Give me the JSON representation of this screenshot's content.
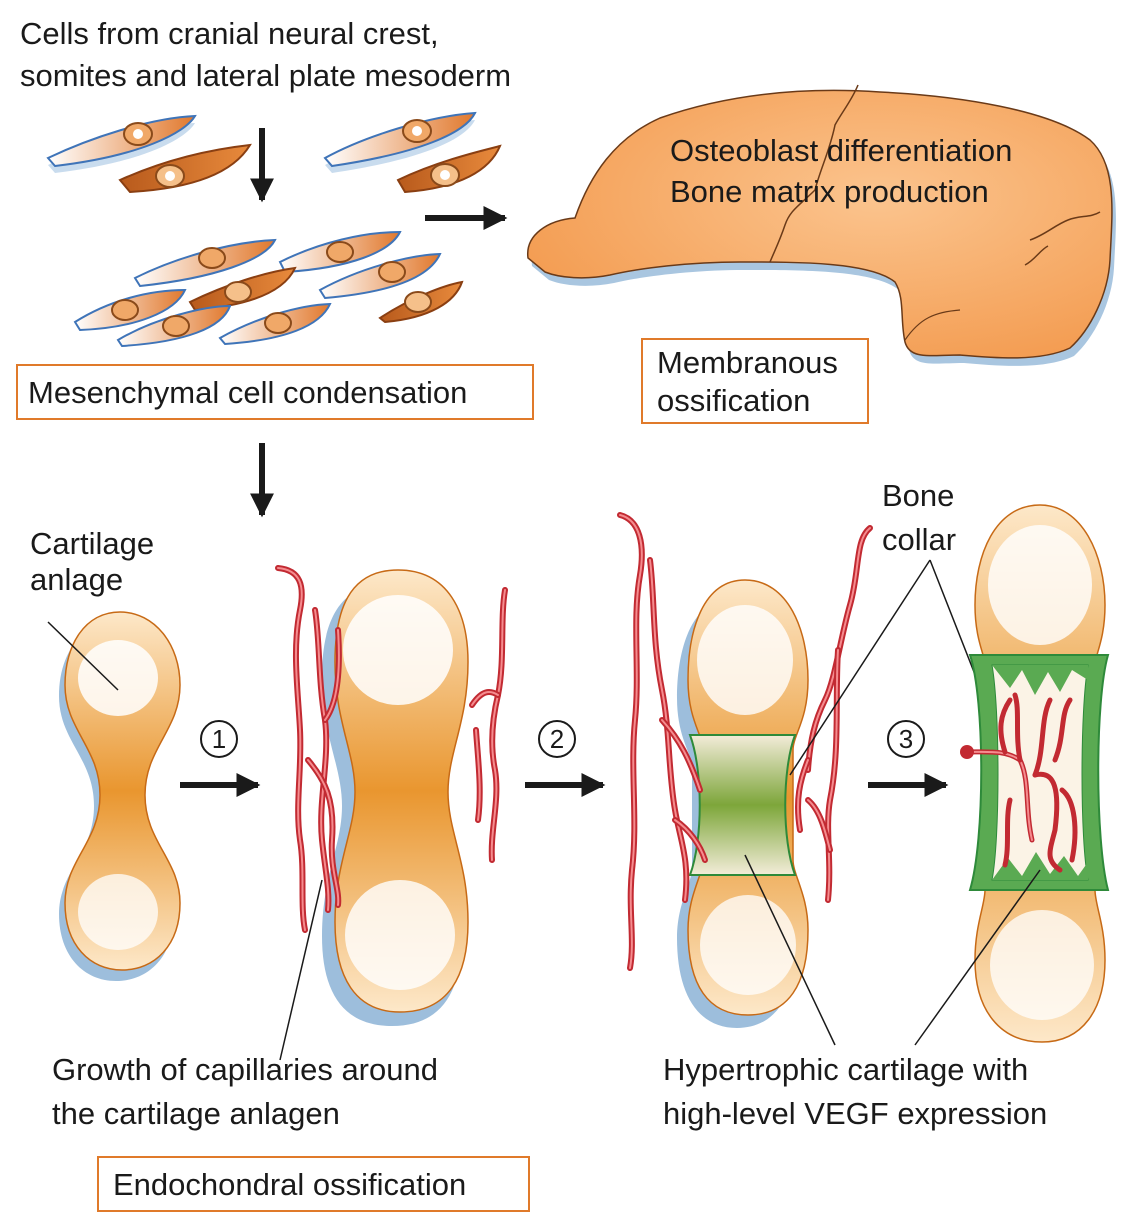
{
  "source_cells_text": {
    "line1": "Cells from cranial neural crest,",
    "line2": "somites and lateral plate mesoderm"
  },
  "osteoblast_text": {
    "line1": "Osteoblast differentiation",
    "line2": "Bone matrix production"
  },
  "condensation_box": "Mesenchymal cell condensation",
  "membranous_box": {
    "line1": "Membranous",
    "line2": "ossification"
  },
  "cartilage_anlage_label": {
    "line1": "Cartilage",
    "line2": "anlage"
  },
  "bone_collar_label": {
    "line1": "Bone",
    "line2": "collar"
  },
  "steps": [
    "1",
    "2",
    "3"
  ],
  "capillaries_caption": {
    "line1": "Growth of capillaries around",
    "line2": "the cartilage anlagen"
  },
  "hypertrophic_caption": {
    "line1": "Hypertrophic cartilage with",
    "line2": "high-level VEGF expression"
  },
  "endochondral_box": "Endochondral ossification",
  "colors": {
    "cartilage": "#e8952e",
    "bone": "#f4a35c",
    "capillary": "#d8323a",
    "collar": "#5aa84a",
    "box_border": "#e07a2a",
    "shadow": "#8fb6d8"
  }
}
